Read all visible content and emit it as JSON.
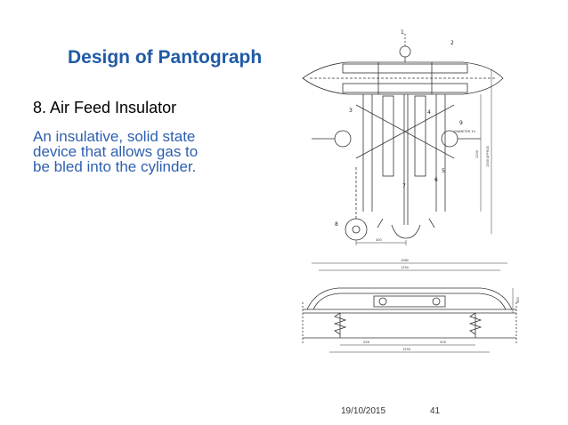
{
  "slide": {
    "title": "Design of Pantograph",
    "subtitle": "8. Air Feed Insulator",
    "body_lines": [
      "An insulative, solid state",
      "device that allows gas to",
      "be bled into the cylinder."
    ],
    "footer": {
      "date": "19/10/2015",
      "page": "41"
    }
  },
  "drawing": {
    "callouts": [
      "1",
      "2",
      "3",
      "4",
      "5",
      "6",
      "7",
      "8",
      "9"
    ],
    "dims": {
      "base_width": "400",
      "height_1": "1100",
      "height_2": "1300 APPROX",
      "top_width": "1080",
      "mid_width": "1250",
      "bottom_left": "528",
      "bottom_right": "528",
      "overall_bottom": "1250",
      "side_height": "360",
      "ball_dia": "DIAMETER 19"
    }
  },
  "colors": {
    "title": "#1f5aa6",
    "body": "#2e5fb0",
    "line": "#333333"
  }
}
